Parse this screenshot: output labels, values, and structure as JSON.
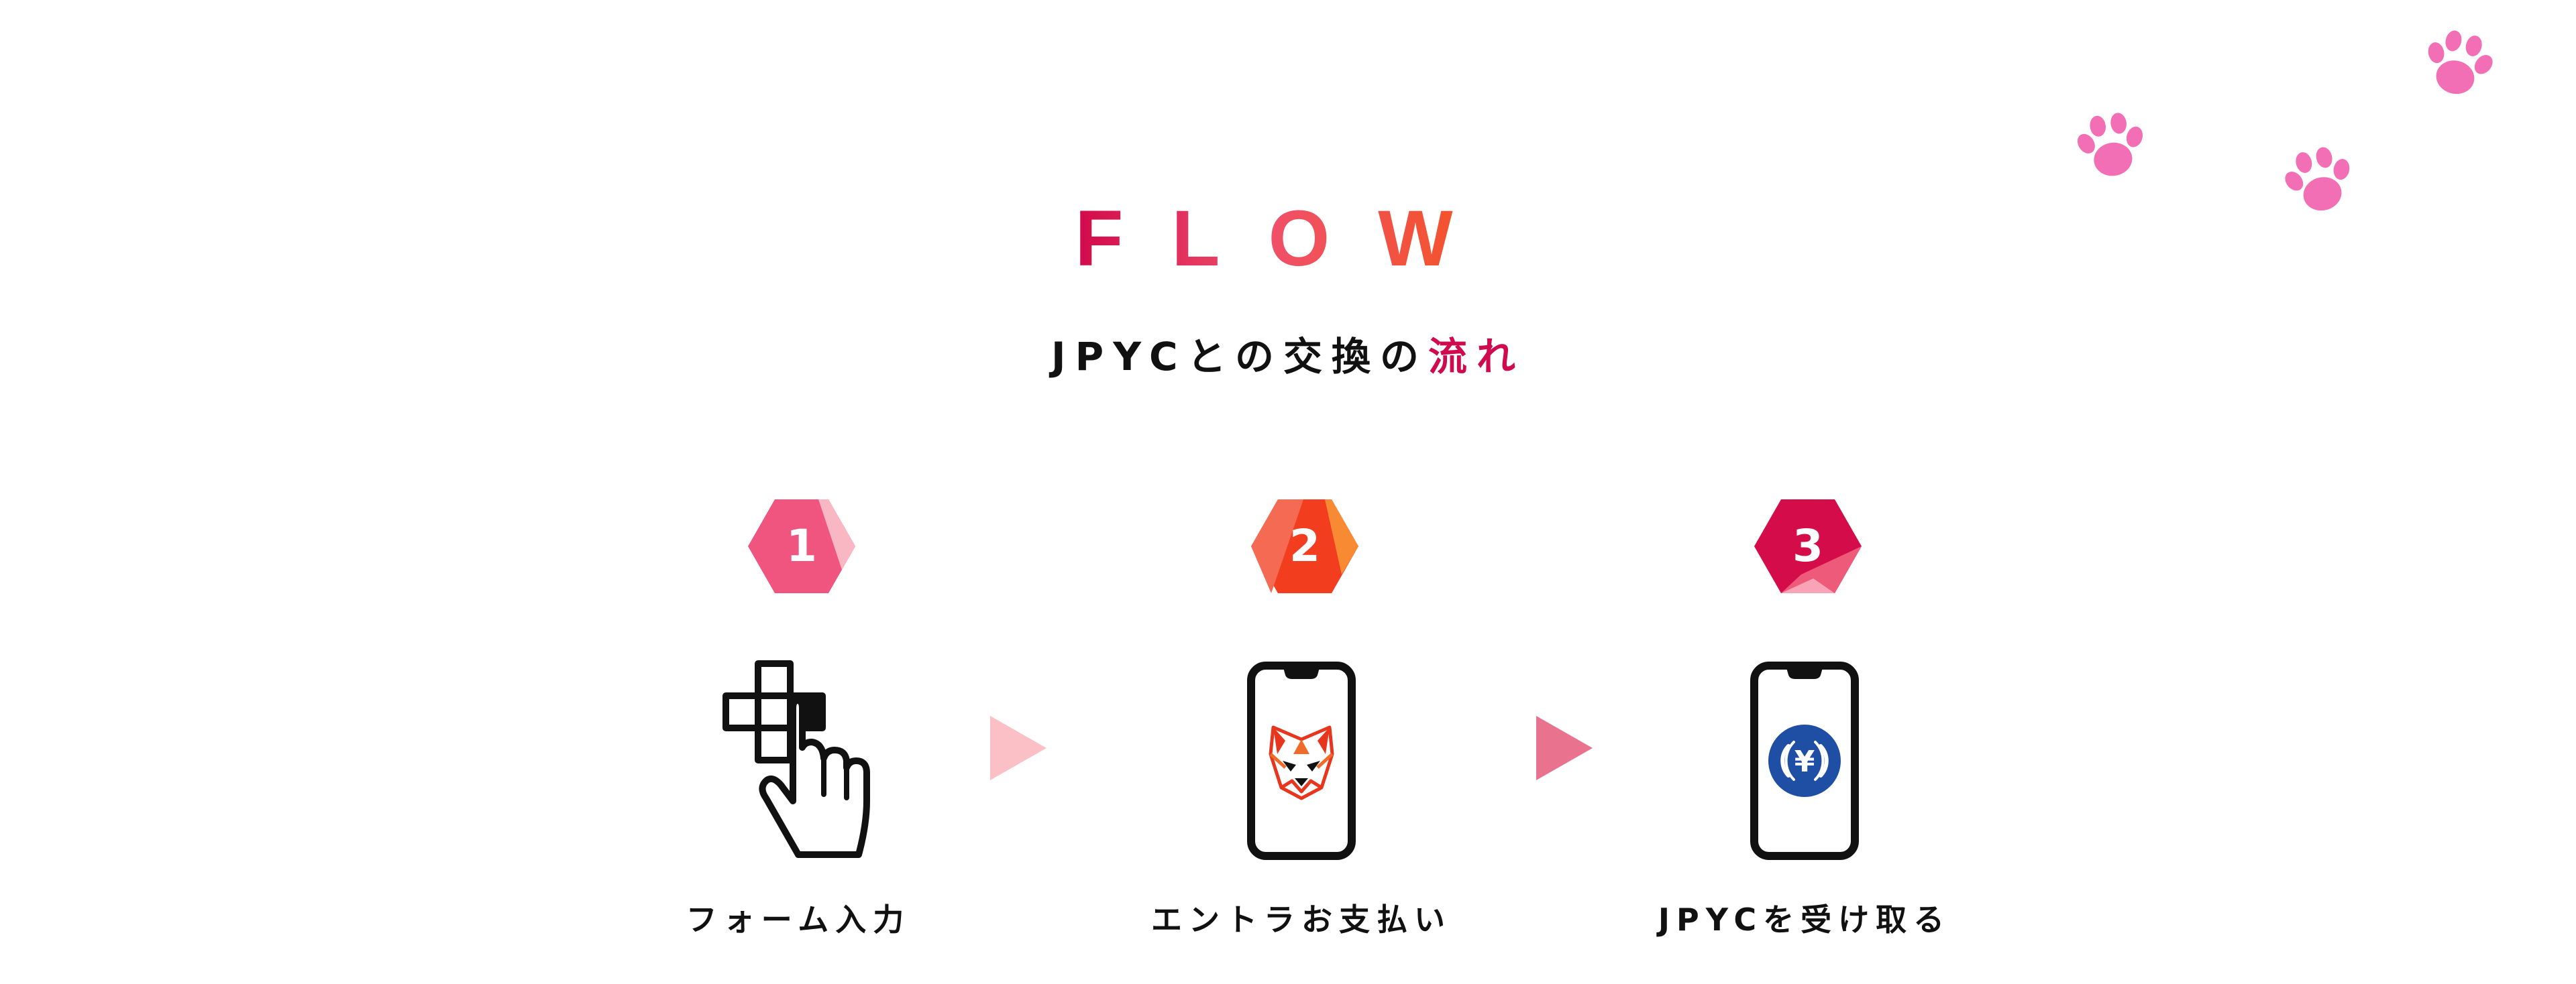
{
  "section": {
    "title": "FLOW",
    "subtitle_main": "JPYCとの交換の",
    "subtitle_accent": "流れ"
  },
  "steps": [
    {
      "number": "1",
      "label": "フォーム入力",
      "icon": "pointer-hand-grid-icon"
    },
    {
      "number": "2",
      "label": "エントラお支払い",
      "icon": "phone-tiger-icon"
    },
    {
      "number": "3",
      "label": "JPYCを受け取る",
      "icon": "phone-yen-coin-icon"
    }
  ],
  "decorations": [
    "paw-print-icon",
    "paw-print-icon",
    "paw-print-icon"
  ],
  "colors": {
    "accent": "#cf0a4d",
    "step1": "#f0557f",
    "step2": "#f23d1f",
    "step3": "#d40c4a",
    "paw": "#f26fb5",
    "arrow1": "#fbbfc6",
    "arrow2": "#e9728f",
    "coin": "#1f4fa4"
  }
}
